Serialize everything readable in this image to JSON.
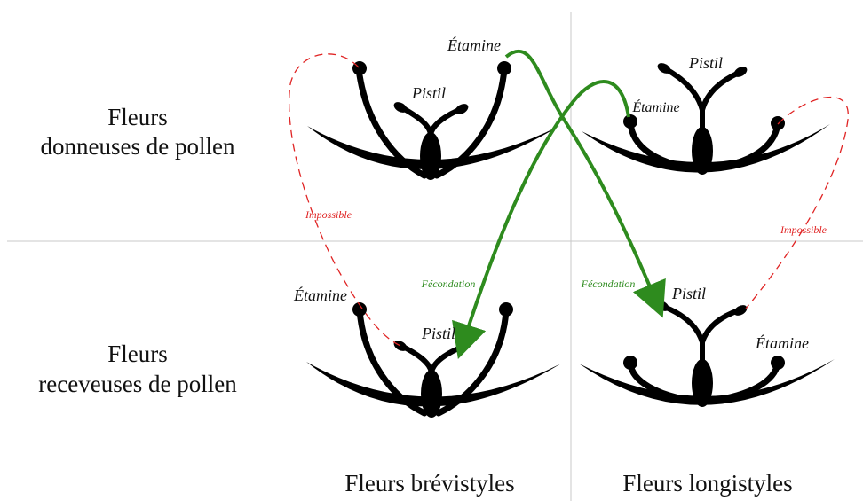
{
  "rows": {
    "donor": [
      "Fleurs",
      "donneuses de pollen"
    ],
    "receiver": [
      "Fleurs",
      "receveuses de pollen"
    ]
  },
  "columns": {
    "short": "Fleurs brévistyles",
    "long": "Fleurs longistyles"
  },
  "labels": {
    "stamen": "Étamine",
    "pistil": "Pistil",
    "fertilization": "Fécondation",
    "impossible": "Impossible"
  },
  "colors": {
    "flower": "#000000",
    "fertilization": "#2e8b1e",
    "impossible": "#e02424",
    "divider": "#c8c8c8"
  }
}
